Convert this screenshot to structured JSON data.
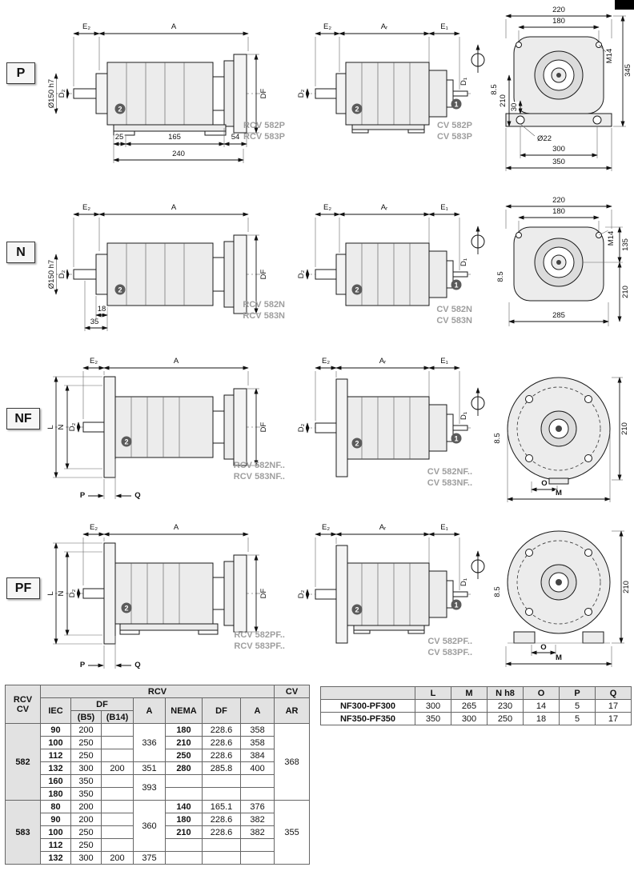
{
  "rows": [
    {
      "label": "P",
      "left": {
        "e2": "E₂",
        "a": "A",
        "dia": "Ø150 h7",
        "d2": "D₂",
        "df": "DF",
        "b1": "25",
        "b2": "165",
        "b3": "54",
        "b4": "240",
        "badge": "2",
        "model1": "RCV 582P",
        "model2": "RCV 583P"
      },
      "middle": {
        "e2": "E₂",
        "ar": "Aᵣ",
        "e1": "E₁",
        "d2": "D₂",
        "d1": "D₁",
        "badge2": "2",
        "badge1": "1",
        "model1": "CV 582P",
        "model2": "CV 583P"
      },
      "front": {
        "t1": "220",
        "t2": "180",
        "r1": "M14",
        "r2": "345",
        "l1": "8.5",
        "l2": "210",
        "l3": "30",
        "bt1": "Ø22",
        "bt2": "300",
        "bt3": "350"
      }
    },
    {
      "label": "N",
      "left": {
        "e2": "E₂",
        "a": "A",
        "dia": "Ø150 h7",
        "d2": "D₂",
        "df": "DF",
        "b1": "18",
        "b2": "35",
        "badge": "2",
        "model1": "RCV 582N",
        "model2": "RCV 583N"
      },
      "middle": {
        "e2": "E₂",
        "ar": "Aᵣ",
        "e1": "E₁",
        "d2": "D₂",
        "d1": "D₁",
        "badge2": "2",
        "badge1": "1",
        "model1": "CV 582N",
        "model2": "CV 583N"
      },
      "front": {
        "t1": "220",
        "t2": "180",
        "r1": "M14",
        "r2": "135",
        "r3": "210",
        "l1": "8.5",
        "bt1": "285"
      }
    },
    {
      "label": "NF",
      "left": {
        "e2": "E₂",
        "a": "A",
        "L": "L",
        "N": "N",
        "d2": "D₂",
        "df": "DF",
        "p": "P",
        "q": "Q",
        "badge": "2",
        "model1": "RCV 582NF..",
        "model2": "RCV 583NF.."
      },
      "middle": {
        "e2": "E₂",
        "ar": "Aᵣ",
        "e1": "E₁",
        "d2": "D₂",
        "d1": "D₁",
        "badge2": "2",
        "badge1": "1",
        "model1": "CV 582NF..",
        "model2": "CV 583NF.."
      },
      "front": {
        "l1": "8.5",
        "r1": "210",
        "bt1": "O",
        "bt2": "M"
      }
    },
    {
      "label": "PF",
      "left": {
        "e2": "E₂",
        "a": "A",
        "L": "L",
        "N": "N",
        "d2": "D₂",
        "df": "DF",
        "p": "P",
        "q": "Q",
        "badge": "2",
        "model1": "RCV 582PF..",
        "model2": "RCV 583PF.."
      },
      "middle": {
        "e2": "E₂",
        "ar": "Aᵣ",
        "e1": "E₁",
        "d2": "D₂",
        "d1": "D₁",
        "badge2": "2",
        "badge1": "1",
        "model1": "CV 582PF..",
        "model2": "CV 583PF.."
      },
      "front": {
        "l1": "8.5",
        "r1": "210",
        "bt1": "O",
        "bt2": "M"
      }
    }
  ],
  "main_table": {
    "title_rcv": "RCV",
    "title_cv": "CV",
    "corner_l1": "RCV",
    "corner_l2": "CV",
    "h_iec": "IEC",
    "h_df": "DF",
    "h_b5": "(B5)",
    "h_b14": "(B14)",
    "h_a": "A",
    "h_nema": "NEMA",
    "h_df2": "DF",
    "h_a2": "A",
    "h_ar": "AR",
    "g582": {
      "name": "582",
      "ar": "368",
      "rows": [
        {
          "iec": "90",
          "b5": "200",
          "b14": "",
          "a": "336",
          "nema": "180",
          "df": "228.6",
          "a2": "358"
        },
        {
          "iec": "100",
          "b5": "250",
          "b14": "",
          "nema": "210",
          "df": "228.6",
          "a2": "358"
        },
        {
          "iec": "112",
          "b5": "250",
          "b14": "",
          "nema": "250",
          "df": "228.6",
          "a2": "384"
        },
        {
          "iec": "132",
          "b5": "300",
          "b14": "200",
          "a": "351",
          "nema": "280",
          "df": "285.8",
          "a2": "400"
        },
        {
          "iec": "160",
          "b5": "350",
          "b14": "",
          "a": "393",
          "nema": "",
          "df": "",
          "a2": ""
        },
        {
          "iec": "180",
          "b5": "350",
          "b14": "",
          "nema": "",
          "df": "",
          "a2": ""
        }
      ]
    },
    "g583": {
      "name": "583",
      "ar": "355",
      "rows": [
        {
          "iec": "80",
          "b5": "200",
          "b14": "",
          "a": "360",
          "nema": "140",
          "df": "165.1",
          "a2": "376"
        },
        {
          "iec": "90",
          "b5": "200",
          "b14": "",
          "nema": "180",
          "df": "228.6",
          "a2": "382"
        },
        {
          "iec": "100",
          "b5": "250",
          "b14": "",
          "nema": "210",
          "df": "228.6",
          "a2": "382"
        },
        {
          "iec": "112",
          "b5": "250",
          "b14": "",
          "nema": "",
          "df": "",
          "a2": ""
        },
        {
          "iec": "132",
          "b5": "300",
          "b14": "200",
          "a": "375",
          "nema": "",
          "df": "",
          "a2": ""
        }
      ]
    }
  },
  "flange_table": {
    "h_l": "L",
    "h_m": "M",
    "h_n": "N h8",
    "h_o": "O",
    "h_p": "P",
    "h_q": "Q",
    "rows": [
      {
        "name": "NF300-PF300",
        "l": "300",
        "m": "265",
        "n": "230",
        "o": "14",
        "p": "5",
        "q": "17"
      },
      {
        "name": "NF350-PF350",
        "l": "350",
        "m": "300",
        "n": "250",
        "o": "18",
        "p": "5",
        "q": "17"
      }
    ]
  }
}
